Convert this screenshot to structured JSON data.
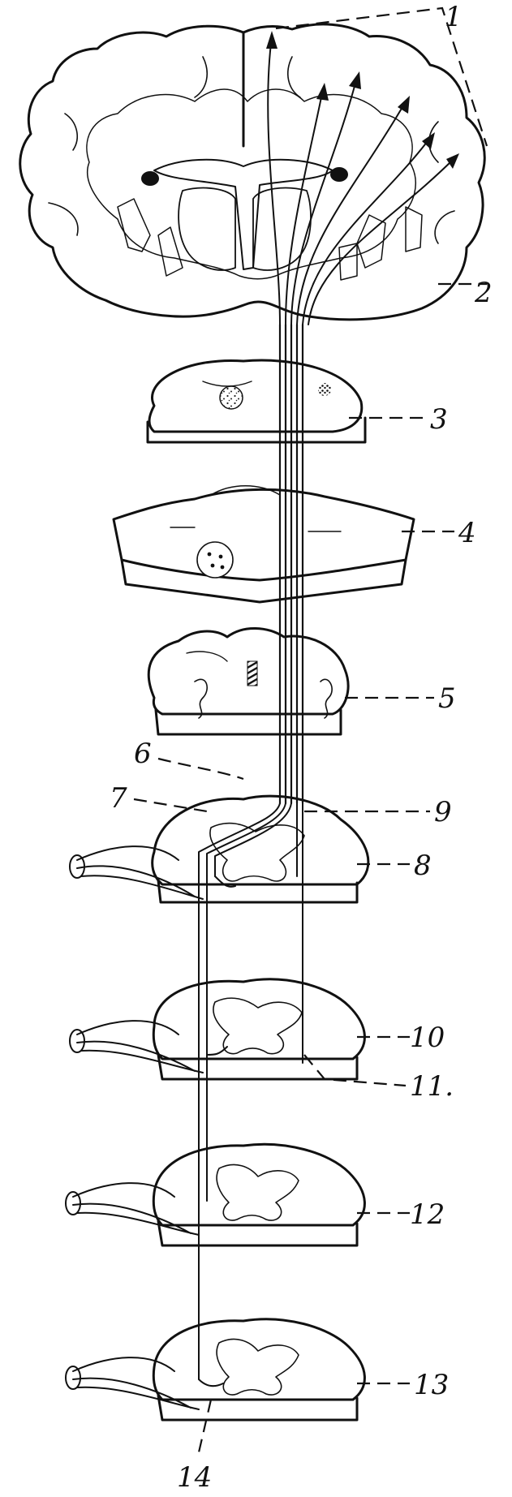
{
  "figure": {
    "labels": [
      {
        "id": "label-1",
        "text": "1"
      },
      {
        "id": "label-2",
        "text": "2"
      },
      {
        "id": "label-3",
        "text": "3"
      },
      {
        "id": "label-4",
        "text": "4"
      },
      {
        "id": "label-5",
        "text": "5"
      },
      {
        "id": "label-6",
        "text": "6"
      },
      {
        "id": "label-7",
        "text": "7"
      },
      {
        "id": "label-8",
        "text": "8"
      },
      {
        "id": "label-9",
        "text": "9"
      },
      {
        "id": "label-10",
        "text": "10"
      },
      {
        "id": "label-11",
        "text": "11."
      },
      {
        "id": "label-12",
        "text": "12"
      },
      {
        "id": "label-13",
        "text": "13"
      },
      {
        "id": "label-14",
        "text": "14"
      }
    ],
    "colors": {
      "ink": "#111111",
      "paper": "#ffffff",
      "stipple": "#2a2a2a"
    }
  }
}
